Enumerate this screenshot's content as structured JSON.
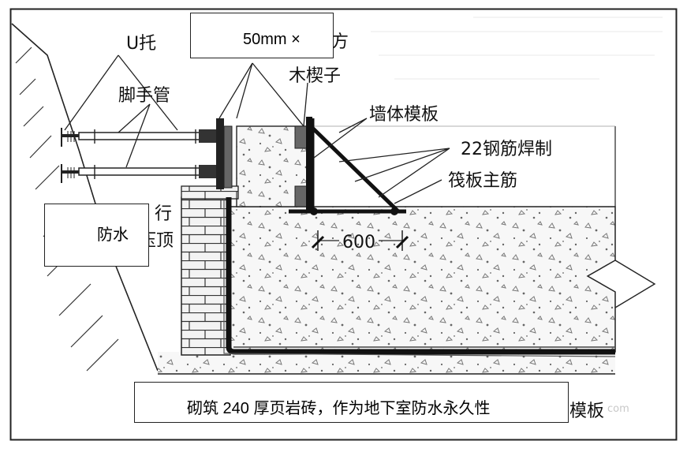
{
  "labels": {
    "u_support": "U托",
    "scaffold_pipe": "脚手管",
    "wood_wedge": "木楔子",
    "wall_formwork": "墙体模板",
    "rebar_weld": "22钢筋焊制",
    "raft_main_rebar": "筏板主筋",
    "dimension": "600",
    "overlay_top": "50mm ×",
    "overlay_left": "防水",
    "overlay_bottom": "砌筑 240 厚页岩砖，作为地下室防水永久性"
  },
  "partial_labels": {
    "top_right_fragment": "方",
    "left_fragment_1": "行",
    "left_fragment_2": "压顶",
    "bottom_right_fragment": "模板",
    "watermark": "com"
  }
}
